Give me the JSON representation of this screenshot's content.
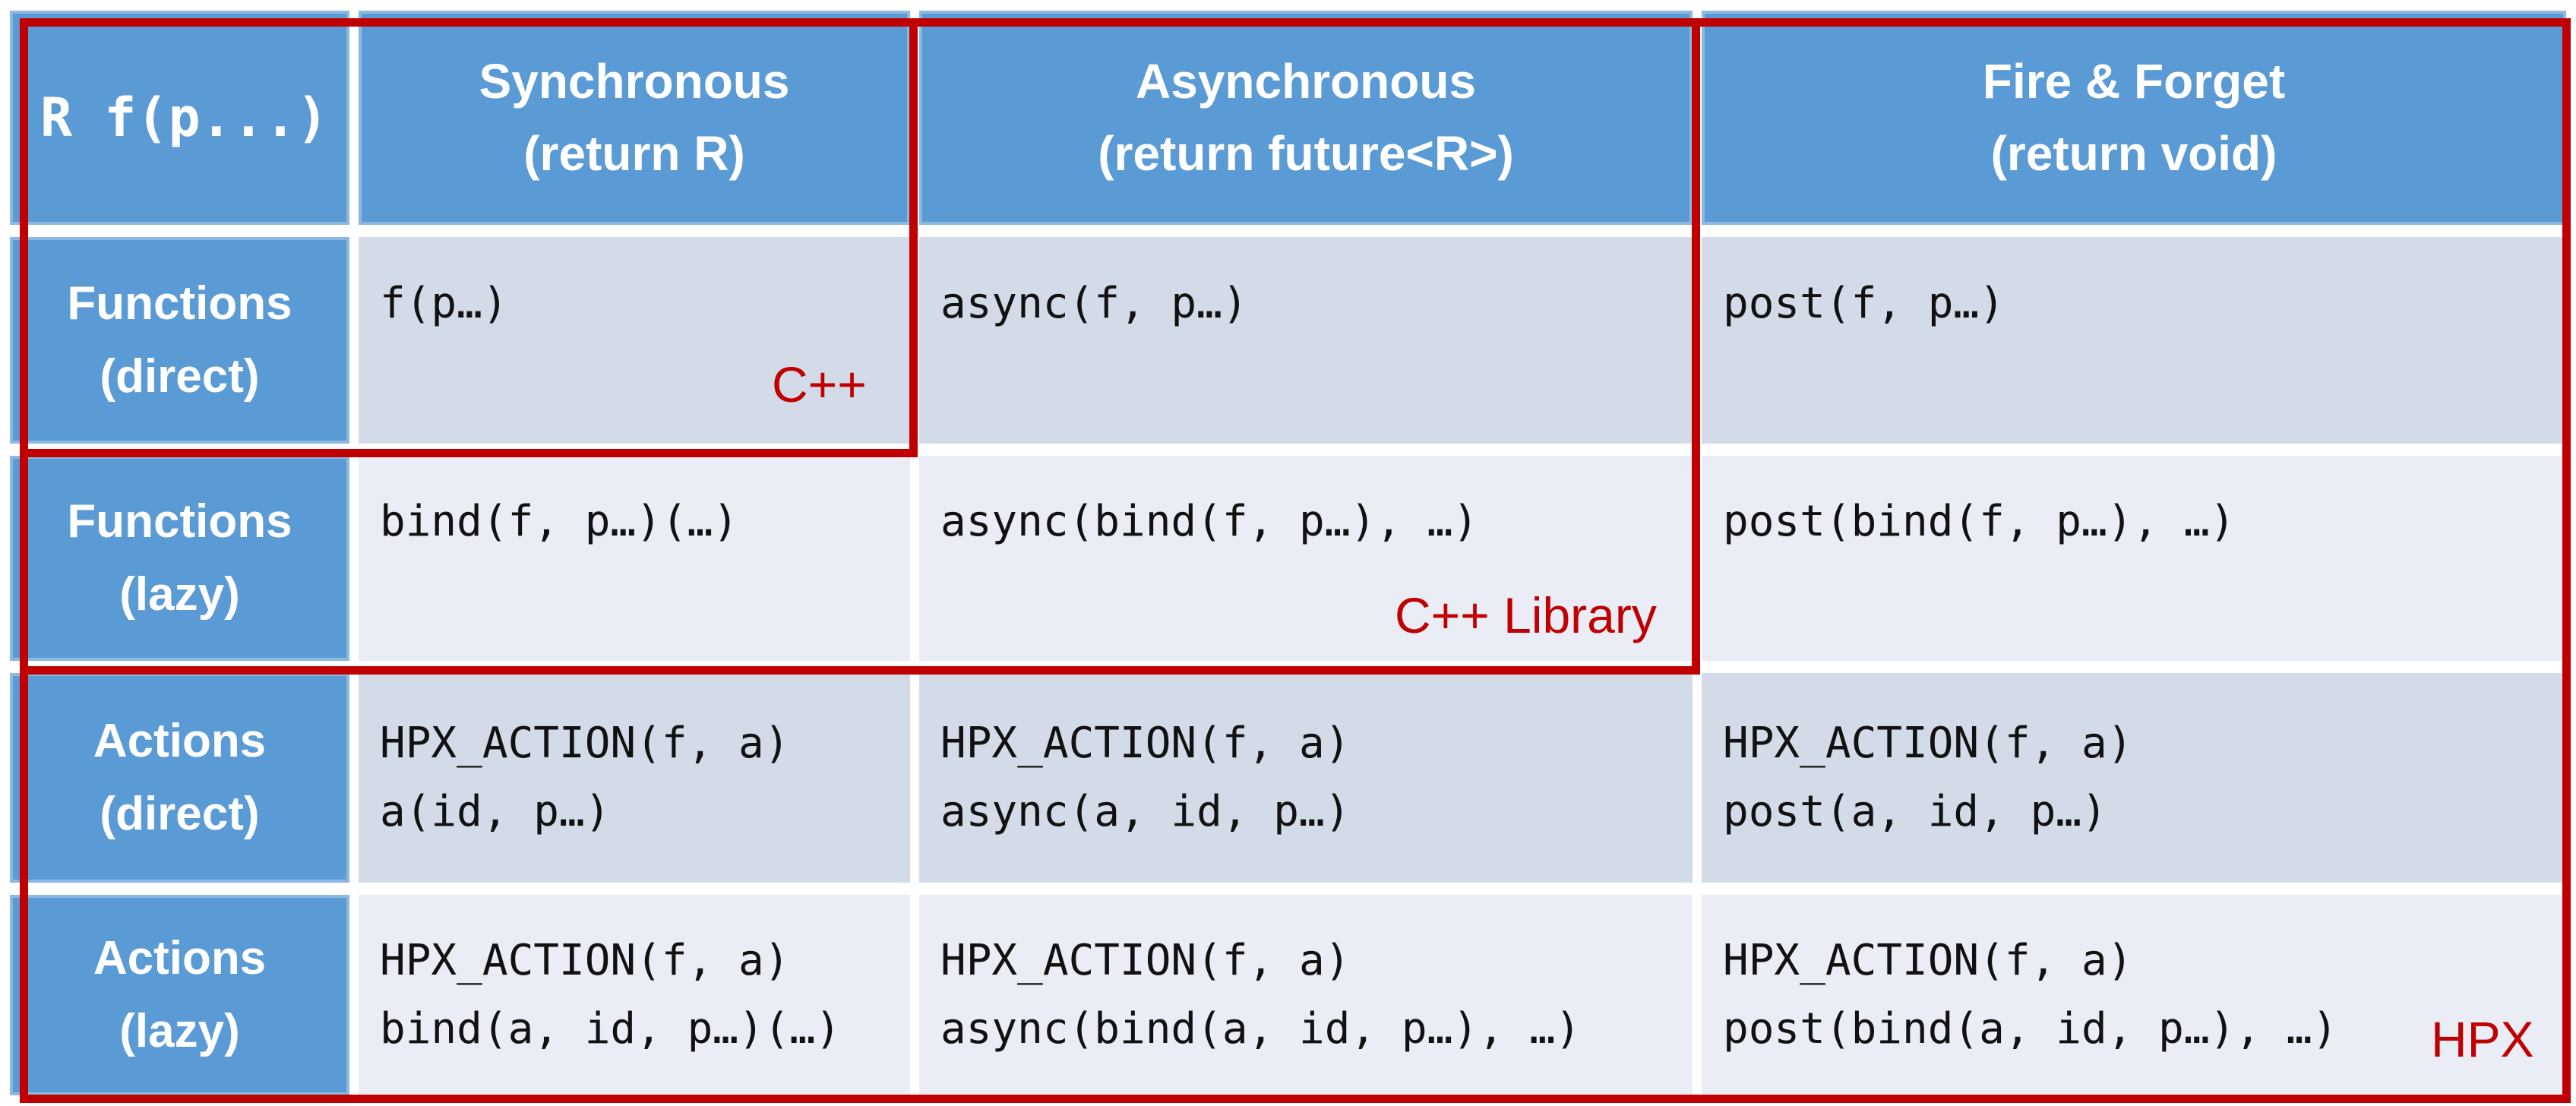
{
  "table": {
    "corner_header": "R f(p...)",
    "column_headers": [
      "Synchronous\n(return R)",
      "Asynchronous\n(return future<R>)",
      "Fire & Forget\n(return void)"
    ],
    "row_headers": [
      "Functions\n(direct)",
      "Functions\n(lazy)",
      "Actions\n(direct)",
      "Actions\n(lazy)"
    ],
    "rows": [
      {
        "synchronous": "f(p…)",
        "asynchronous": "async(f, p…)",
        "fire_forget": "post(f, p…)"
      },
      {
        "synchronous": "bind(f, p…)(…)",
        "asynchronous": "async(bind(f, p…), …)",
        "fire_forget": "post(bind(f, p…), …)"
      },
      {
        "synchronous": "HPX_ACTION(f, a)\na(id, p…)",
        "asynchronous": "HPX_ACTION(f, a)\nasync(a, id, p…)",
        "fire_forget": "HPX_ACTION(f, a)\npost(a, id, p…)"
      },
      {
        "synchronous": "HPX_ACTION(f, a)\nbind(a, id, p…)(…)",
        "asynchronous": "HPX_ACTION(f, a)\nasync(bind(a, id, p…), …)",
        "fire_forget": "HPX_ACTION(f, a)\npost(bind(a, id, p…), …)"
      }
    ]
  },
  "scopes": {
    "cpp": "C++",
    "cpp_library": "C++ Library",
    "hpx": "HPX"
  },
  "colors": {
    "header_blue": "#5b9bd5",
    "band_dark": "#d3dbe9",
    "band_light": "#eaedf6",
    "scope_red": "#c00000",
    "code_text": "#111111",
    "header_text": "#ffffff"
  }
}
